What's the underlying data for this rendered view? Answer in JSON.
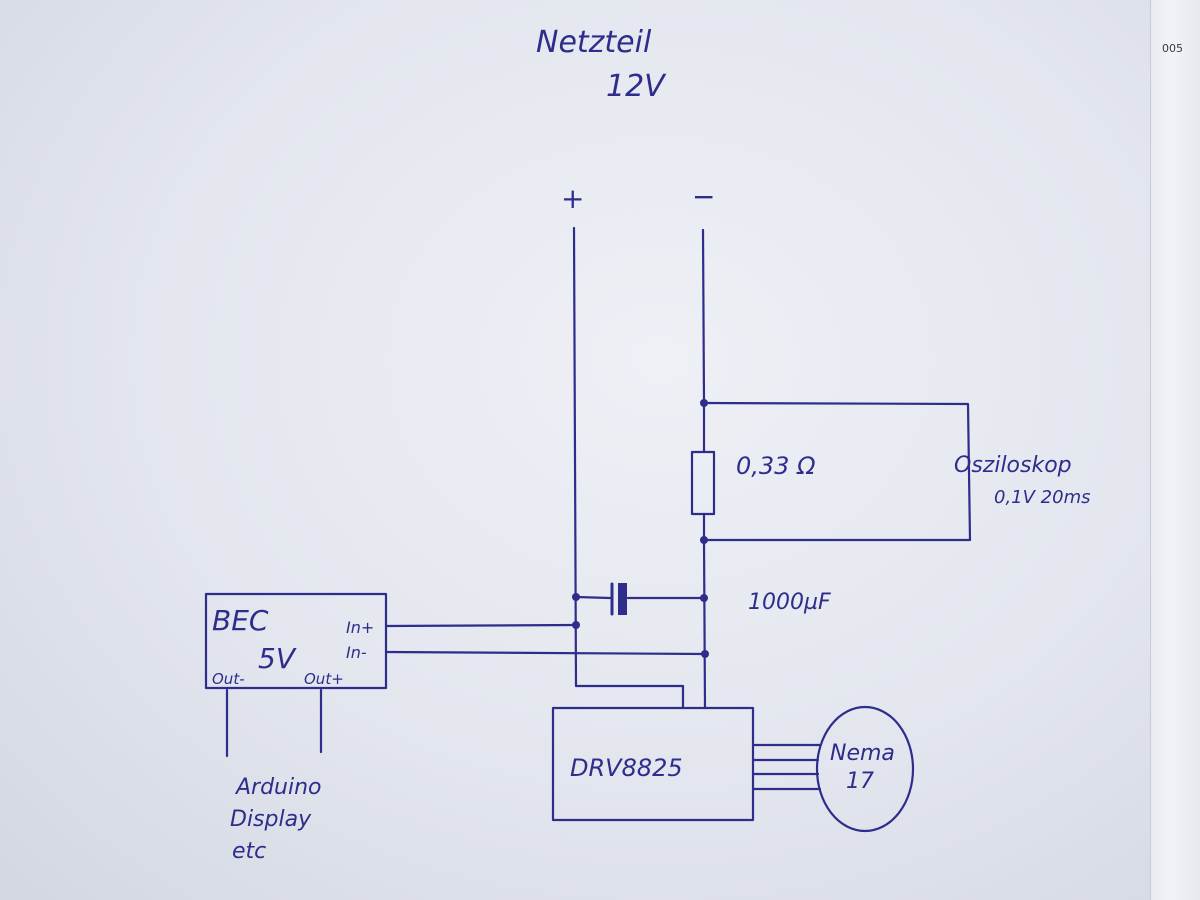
{
  "power_supply": {
    "name": "Netzteil",
    "voltage": "12V",
    "plus": "+",
    "minus": "−"
  },
  "shunt": {
    "value": "0,33 Ω"
  },
  "oscilloscope": {
    "name": "Osziloskop",
    "setting": "0,1V  20ms"
  },
  "capacitor": {
    "value": "1000µF"
  },
  "bec": {
    "name": "BEC",
    "voltage": "5V",
    "in_plus": "In+",
    "in_minus": "In-",
    "out_minus": "Out-",
    "out_plus": "Out+"
  },
  "driver": {
    "name": "DRV8825"
  },
  "motor": {
    "line1": "Nema",
    "line2": "17"
  },
  "loads": {
    "line1": "Arduino",
    "line2": "Display",
    "line3": "etc"
  },
  "page_edge": {
    "number": "005"
  },
  "colors": {
    "ink": "#2e2d8c",
    "paper": "#e6e9f0"
  }
}
